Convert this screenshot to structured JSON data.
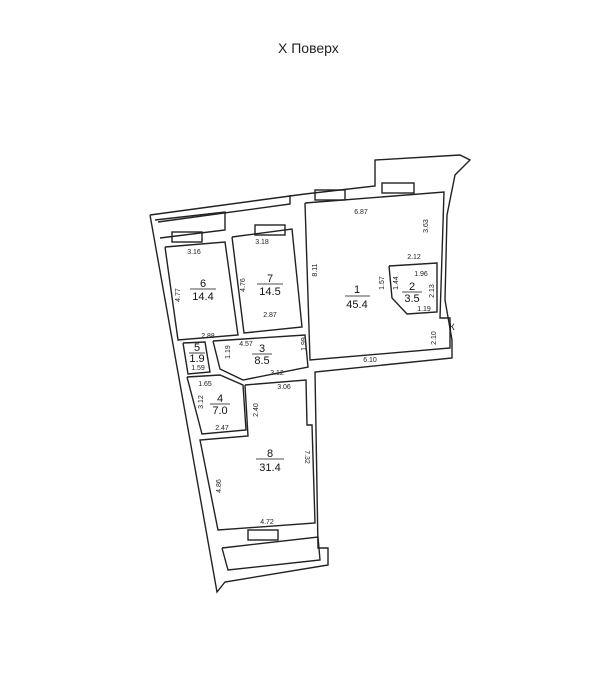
{
  "title": "Х Поверх",
  "rooms": [
    {
      "number": "1",
      "area": "45.4"
    },
    {
      "number": "2",
      "area": "3.5"
    },
    {
      "number": "3",
      "area": "8.5"
    },
    {
      "number": "4",
      "area": "7.0"
    },
    {
      "number": "5",
      "area": "1.9"
    },
    {
      "number": "6",
      "area": "14.4"
    },
    {
      "number": "7",
      "area": "14.5"
    },
    {
      "number": "8",
      "area": "31.4"
    }
  ],
  "side_label": "К",
  "dimensions": [
    "6.87",
    "3.63",
    "8.11",
    "2.12",
    "1.57",
    "1.96",
    "1.44",
    "2.13",
    "1.19",
    "2.10",
    "6.10",
    "1.99",
    "3.16",
    "3.18",
    "4.77",
    "4.76",
    "2.87",
    "2.88",
    "4.57",
    "1.19",
    "1.59",
    "3.12",
    "1.65",
    "3.12",
    "2.47",
    "3.06",
    "2.40",
    "7.32",
    "4.86",
    "4.72"
  ]
}
